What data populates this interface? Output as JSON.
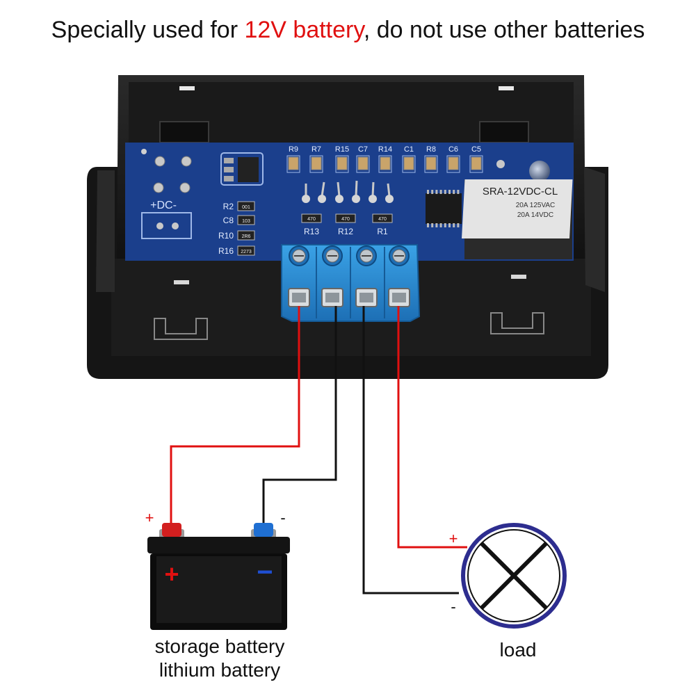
{
  "heading": {
    "prefix": "Specially used for ",
    "highlight": "12V battery",
    "suffix": ", do not use other batteries"
  },
  "pcb": {
    "top_labels": [
      "R9",
      "R7",
      "R15",
      "C7",
      "R14",
      "C1",
      "R8",
      "C6",
      "C5"
    ],
    "left_labels": [
      "R2",
      "C8",
      "R10",
      "R16"
    ],
    "bottom_labels": [
      "R13",
      "R12",
      "R1"
    ],
    "dc_label": "+DC-",
    "relay_model": "SRA-12VDC-CL",
    "relay_rating_1": "20A 125VAC",
    "relay_rating_2": "20A 14VDC",
    "chip_codes": [
      "001",
      "103",
      "2R6",
      "2273"
    ],
    "resistor_codes": [
      "470",
      "470",
      "470"
    ]
  },
  "battery": {
    "plus_terminal_sign": "+",
    "minus_terminal_sign": "-",
    "body_plus": "+",
    "body_minus": "−",
    "caption_line1": "storage battery",
    "caption_line2": "lithium battery"
  },
  "load": {
    "plus_sign": "+",
    "minus_sign": "-",
    "caption": "load"
  },
  "colors": {
    "red_wire": "#e01010",
    "black_wire": "#111111",
    "pcb_blue": "#1b3f8c",
    "terminal_blue": "#2a8fd6",
    "load_ring": "#2d2d8f"
  }
}
